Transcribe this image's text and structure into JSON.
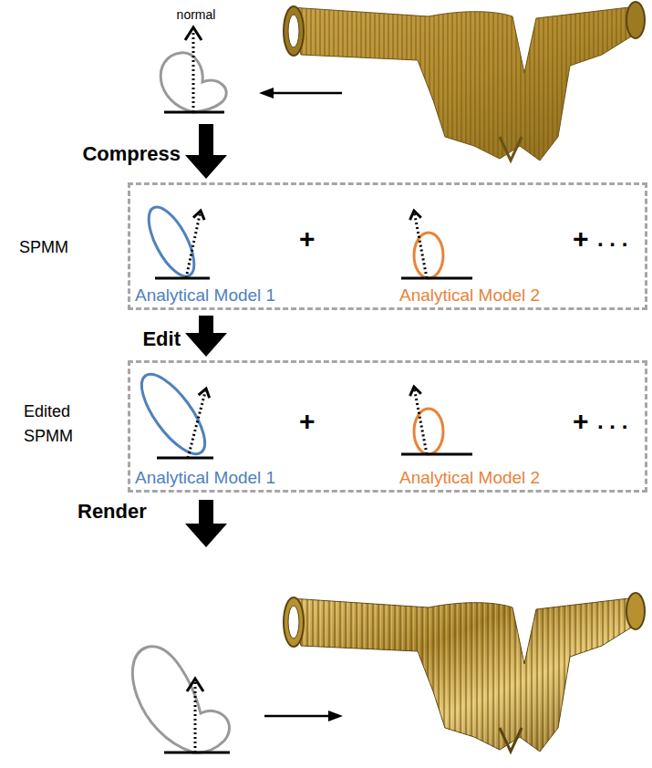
{
  "diagram": {
    "nodes": [
      {
        "text": [
          "normal"
        ]
      },
      {
        "text": [
          "SPMM"
        ]
      },
      {
        "text": [
          "Analytical Model 1"
        ],
        "in": 1
      },
      {
        "text": [
          "Analytical Model 2"
        ],
        "in": 1
      },
      {
        "text": [
          "Edited SPMM"
        ]
      },
      {
        "text": [
          "Analytical Model 1"
        ],
        "in": 4
      },
      {
        "text": [
          "Analytical Model 2"
        ],
        "in": 4
      }
    ],
    "edges": [
      {
        "from": 0,
        "to": 1,
        "label": "Compress",
        "arrow": "to"
      },
      {
        "from": 1,
        "to": 4,
        "label": "Edit",
        "arrow": "to"
      }
    ],
    "labels": [
      "+",
      "+",
      ". . .",
      "+",
      "+",
      ". . .",
      "Render"
    ]
  }
}
